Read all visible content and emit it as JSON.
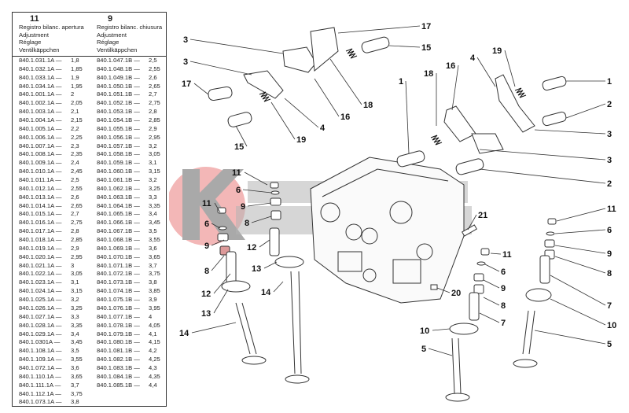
{
  "table": {
    "col_a": {
      "ref": "11",
      "headings": [
        "Registro bilanc. apertura",
        "Adjustment",
        "Réglage",
        "Ventilkäppchen"
      ],
      "rows": [
        [
          "840.1.031.1A —",
          "1,8"
        ],
        [
          "840.1.032.1A —",
          "1,85"
        ],
        [
          "840.1.033.1A —",
          "1,9"
        ],
        [
          "840.1.034.1A —",
          "1,95"
        ],
        [
          "840.1.001.1A —",
          "2"
        ],
        [
          "840.1.002.1A —",
          "2,05"
        ],
        [
          "840.1.003.1A —",
          "2,1"
        ],
        [
          "840.1.004.1A —",
          "2,15"
        ],
        [
          "840.1.005.1A —",
          "2,2"
        ],
        [
          "840.1.006.1A —",
          "2,25"
        ],
        [
          "840.1.007.1A —",
          "2,3"
        ],
        [
          "840.1.008.1A —",
          "2,35"
        ],
        [
          "840.1.009.1A —",
          "2,4"
        ],
        [
          "840.1.010.1A —",
          "2,45"
        ],
        [
          "840.1.011.1A —",
          "2,5"
        ],
        [
          "840.1.012.1A —",
          "2,55"
        ],
        [
          "840.1.013.1A —",
          "2,6"
        ],
        [
          "840.1.014.1A —",
          "2,65"
        ],
        [
          "840.1.015.1A —",
          "2,7"
        ],
        [
          "840.1.016.1A —",
          "2,75"
        ],
        [
          "840.1.017.1A —",
          "2,8"
        ],
        [
          "840.1.018.1A —",
          "2,85"
        ],
        [
          "840.1.019.1A —",
          "2,9"
        ],
        [
          "840.1.020.1A —",
          "2,95"
        ],
        [
          "840.1.021.1A —",
          "3"
        ],
        [
          "840.1.022.1A —",
          "3,05"
        ],
        [
          "840.1.023.1A —",
          "3,1"
        ],
        [
          "840.1.024.1A —",
          "3,15"
        ],
        [
          "840.1.025.1A —",
          "3,2"
        ],
        [
          "840.1.026.1A —",
          "3,25"
        ],
        [
          "840.1.027.1A —",
          "3,3"
        ],
        [
          "840.1.028.1A —",
          "3,35"
        ],
        [
          "840.1.029.1A —",
          "3,4"
        ],
        [
          "840.1.0301A —",
          "3,45"
        ],
        [
          "840.1.108.1A —",
          "3,5"
        ],
        [
          "840.1.109.1A —",
          "3,55"
        ],
        [
          "840.1.072.1A —",
          "3,6"
        ],
        [
          "840.1.110.1A —",
          "3,65"
        ],
        [
          "840.1.111.1A —",
          "3,7"
        ],
        [
          "840.1.112.1A —",
          "3,75"
        ],
        [
          "840.1.073.1A —",
          "3,8"
        ]
      ]
    },
    "col_b": {
      "ref": "9",
      "headings": [
        "Registro bilanc. chiusura",
        "Adjustment",
        "Réglage",
        "Ventilkäppchen"
      ],
      "rows": [
        [
          "840.1.047.1B —",
          "2,5"
        ],
        [
          "840.1.048.1B —",
          "2,55"
        ],
        [
          "840.1.049.1B —",
          "2,6"
        ],
        [
          "840.1.050.1B —",
          "2,65"
        ],
        [
          "840.1.051.1B —",
          "2,7"
        ],
        [
          "840.1.052.1B —",
          "2,75"
        ],
        [
          "840.1.053.1B —",
          "2,8"
        ],
        [
          "840.1.054.1B —",
          "2,85"
        ],
        [
          "840.1.055.1B —",
          "2,9"
        ],
        [
          "840.1.056.1B —",
          "2,95"
        ],
        [
          "840.1.057.1B —",
          "3,2"
        ],
        [
          "840.1.058.1B —",
          "3,05"
        ],
        [
          "840.1.059.1B —",
          "3,1"
        ],
        [
          "840.1.060.1B —",
          "3,15"
        ],
        [
          "840.1.061.1B —",
          "3,2"
        ],
        [
          "840.1.062.1B —",
          "3,25"
        ],
        [
          "840.1.063.1B —",
          "3,3"
        ],
        [
          "840.1.064.1B —",
          "3,35"
        ],
        [
          "840.1.065.1B —",
          "3,4"
        ],
        [
          "840.1.066.1B —",
          "3,45"
        ],
        [
          "840.1.067.1B —",
          "3,5"
        ],
        [
          "840.1.068.1B —",
          "3,55"
        ],
        [
          "840.1.069.1B —",
          "3,6"
        ],
        [
          "840.1.070.1B —",
          "3,65"
        ],
        [
          "840.1.071.1B —",
          "3,7"
        ],
        [
          "840.1.072.1B —",
          "3,75"
        ],
        [
          "840.1.073.1B —",
          "3,8"
        ],
        [
          "840.1.074.1B —",
          "3,85"
        ],
        [
          "840.1.075.1B —",
          "3,9"
        ],
        [
          "840.1.076.1B —",
          "3,95"
        ],
        [
          "840.1.077.1B —",
          "4"
        ],
        [
          "840.1.078.1B —",
          "4,05"
        ],
        [
          "840.1.079.1B —",
          "4,1"
        ],
        [
          "840.1.080.1B —",
          "4,15"
        ],
        [
          "840.1.081.1B —",
          "4,2"
        ],
        [
          "840.1.082.1B —",
          "4,25"
        ],
        [
          "840.1.083.1B —",
          "4,3"
        ],
        [
          "840.1.084.1B —",
          "4,35"
        ],
        [
          "840.1.085.1B —",
          "4,4"
        ]
      ]
    }
  },
  "diagram": {
    "callouts": [
      "3",
      "17",
      "15",
      "3",
      "17",
      "4",
      "19",
      "1",
      "1",
      "18",
      "16",
      "16",
      "18",
      "4",
      "19",
      "15",
      "2",
      "3",
      "3",
      "2",
      "11",
      "6",
      "9",
      "8",
      "11",
      "6",
      "9",
      "8",
      "12",
      "13",
      "12",
      "13",
      "14",
      "14",
      "21",
      "20",
      "11",
      "6",
      "9",
      "8",
      "7",
      "10",
      "5",
      "11",
      "6",
      "9",
      "8",
      "7",
      "10",
      "5"
    ],
    "watermark_color": "#e88a8a"
  }
}
